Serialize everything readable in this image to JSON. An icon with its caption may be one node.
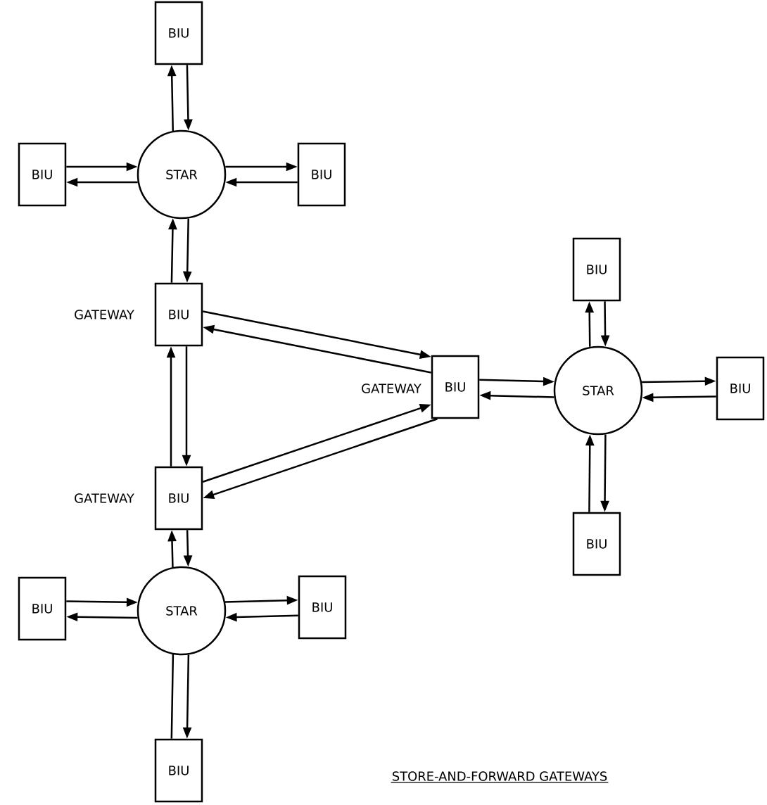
{
  "diagram": {
    "caption": "STORE-AND-FORWARD GATEWAYS",
    "nodes": [
      {
        "text": [
          "BIU"
        ]
      },
      {
        "text": [
          "BIU"
        ]
      },
      {
        "text": [
          "STAR"
        ]
      },
      {
        "text": [
          "BIU"
        ]
      },
      {
        "text": [
          "BIU"
        ],
        "beside": [
          "GATEWAY"
        ]
      },
      {
        "text": [
          "BIU"
        ]
      },
      {
        "text": [
          "BIU"
        ],
        "beside": [
          "GATEWAY"
        ]
      },
      {
        "text": [
          "STAR"
        ]
      },
      {
        "text": [
          "BIU"
        ]
      },
      {
        "text": [
          "BIU"
        ],
        "beside": [
          "GATEWAY"
        ]
      },
      {
        "text": [
          "BIU"
        ]
      },
      {
        "text": [
          "STAR"
        ]
      },
      {
        "text": [
          "BIU"
        ]
      },
      {
        "text": [
          "BIU"
        ]
      },
      {
        "text": [
          "BIU"
        ]
      }
    ],
    "edges": [
      {
        "from": 2,
        "to": 0,
        "arrow": "to"
      },
      {
        "from": 0,
        "to": 2,
        "arrow": "to"
      },
      {
        "from": 1,
        "to": 2,
        "arrow": "to"
      },
      {
        "from": 2,
        "to": 1,
        "arrow": "to"
      },
      {
        "from": 2,
        "to": 3,
        "arrow": "to"
      },
      {
        "from": 3,
        "to": 2,
        "arrow": "to"
      },
      {
        "from": 4,
        "to": 2,
        "arrow": "to"
      },
      {
        "from": 2,
        "to": 4,
        "arrow": "to"
      },
      {
        "from": 9,
        "to": 4,
        "arrow": "to"
      },
      {
        "from": 4,
        "to": 9,
        "arrow": "to"
      },
      {
        "from": 4,
        "to": 6,
        "arrow": "to"
      },
      {
        "from": 6,
        "to": 4,
        "arrow": "to"
      },
      {
        "from": 9,
        "to": 6,
        "arrow": "to"
      },
      {
        "from": 6,
        "to": 9,
        "arrow": "to"
      },
      {
        "from": 7,
        "to": 5,
        "arrow": "to"
      },
      {
        "from": 5,
        "to": 7,
        "arrow": "to"
      },
      {
        "from": 6,
        "to": 7,
        "arrow": "to"
      },
      {
        "from": 7,
        "to": 6,
        "arrow": "to"
      },
      {
        "from": 7,
        "to": 8,
        "arrow": "to"
      },
      {
        "from": 8,
        "to": 7,
        "arrow": "to"
      },
      {
        "from": 10,
        "to": 7,
        "arrow": "to"
      },
      {
        "from": 7,
        "to": 10,
        "arrow": "to"
      },
      {
        "from": 11,
        "to": 9,
        "arrow": "to"
      },
      {
        "from": 9,
        "to": 11,
        "arrow": "to"
      },
      {
        "from": 12,
        "to": 11,
        "arrow": "to"
      },
      {
        "from": 11,
        "to": 12,
        "arrow": "to"
      },
      {
        "from": 11,
        "to": 13,
        "arrow": "to"
      },
      {
        "from": 13,
        "to": 11,
        "arrow": "to"
      },
      {
        "from": 14,
        "to": 11,
        "arrow": "none"
      },
      {
        "from": 11,
        "to": 14,
        "arrow": "to"
      }
    ]
  }
}
